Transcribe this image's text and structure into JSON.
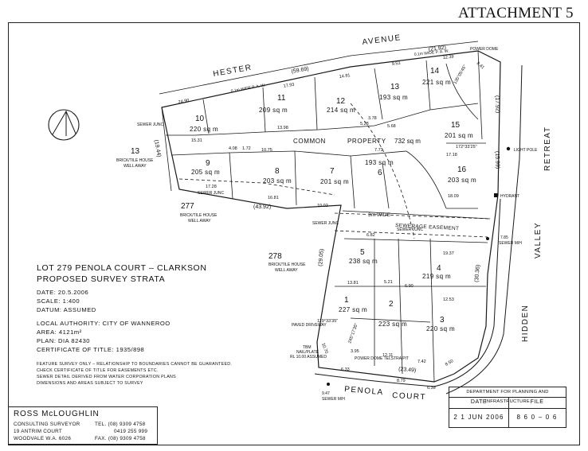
{
  "header": {
    "attachment": "ATTACHMENT 5"
  },
  "title_block": {
    "title": "LOT 279 PENOLA COURT – CLARKSON",
    "subtitle": "PROPOSED SURVEY STRATA"
  },
  "details": {
    "date": "DATE:   20.5.2006",
    "scale": "SCALE:  1:400",
    "datum": "DATUM:  ASSUMED"
  },
  "authority": {
    "local_authority": "LOCAL AUTHORITY:  CITY OF WANNEROO",
    "area": "AREA:  4121m²",
    "plan": "PLAN:  DIA 82430",
    "certificate": "CERTIFICATE OF TITLE:  1935/898"
  },
  "notes": [
    "FEATURE SURVEY ONLY – RELATIONSHIP TO BOUNDARIES CANNOT BE GUARANTEED.",
    "CHECK CERTIFICATE OF TITLE FOR EASEMENTS ETC.",
    "SEWER DETAIL DERIVED FROM WATER CORPORATION PLANS",
    "DIMENSIONS AND AREAS SUBJECT TO SURVEY"
  ],
  "surveyor": {
    "name": "ROSS McLOUGHLIN",
    "role": "CONSULTING SURVEYOR",
    "address1": "19 ANTRIM COURT",
    "address2": "WOODVALE   W.A.     6026",
    "tel": "TEL.   (08) 9309 4758",
    "mobile": "0419 255 999",
    "fax": "FAX.  (08) 9309 4758"
  },
  "department": {
    "name": "DEPARTMENT FOR PLANNING AND INFRASTRUCTURE",
    "date_label": "DATE",
    "file_label": "FILE",
    "date_value": "2 1 JUN 2006",
    "file_value": "8 6 0 – 0 6"
  },
  "streets": {
    "hester": "HESTER",
    "avenue": "AVENUE",
    "penola": "PENOLA",
    "court": "COURT",
    "retreat": "RETREAT",
    "valley": "VALLEY",
    "hidden": "HIDDEN"
  },
  "lots": [
    {
      "num": "1",
      "area": "227 sq m"
    },
    {
      "num": "2",
      "area": "223 sq m"
    },
    {
      "num": "3",
      "area": "220 sq m"
    },
    {
      "num": "4",
      "area": "219 sq m"
    },
    {
      "num": "5",
      "area": "238 sq m"
    },
    {
      "num": "6",
      "area": "193 sq m"
    },
    {
      "num": "7",
      "area": "201 sq m"
    },
    {
      "num": "8",
      "area": "203 sq m"
    },
    {
      "num": "9",
      "area": "205 sq m"
    },
    {
      "num": "10",
      "area": "220 sq m"
    },
    {
      "num": "11",
      "area": "209 sq m"
    },
    {
      "num": "12",
      "area": "214 sq m"
    },
    {
      "num": "13",
      "area": "193 sq m"
    },
    {
      "num": "14",
      "area": "221 sq m"
    },
    {
      "num": "15",
      "area": "201 sq m"
    },
    {
      "num": "16",
      "area": "203 sq m"
    }
  ],
  "neighbours": {
    "lot13": "13",
    "lot277": "277",
    "lot278": "278",
    "house": "BRICK/TILE HOUSE",
    "well": "WELL AWAY"
  },
  "labels": {
    "common": "COMMON",
    "property": "PROPERTY",
    "common_area": "732 sq m",
    "easement": "SEWERAGE EASEMENT",
    "sm_wide": "3m WIDE",
    "sewer_junc": "SEWER JUNC",
    "sewer_mh": "SEWER M/H",
    "power_dome": "POWER DOME",
    "light_pole": "LIGHT POLE",
    "hydrant": "HYDRANT",
    "paved_driveway": "PAVED DRIVEWAY",
    "paw": "0.1m  WIDE  P. A. W.",
    "tbm": "TBM",
    "tbm2": "NAIL/PLATE",
    "tbm3": "RL 10.00 ASSUMED",
    "telstra": "POWER DOME TELSTRA PIT",
    "sewer_mh2": "SEWER M/H",
    "mh_level": "9.47"
  },
  "dimensions": {
    "hester_total": "(59.69)",
    "avenue_total": "(21.92)",
    "west_total": "(19.44)",
    "south_total": "(43.92)",
    "east_total1": "(17.92)",
    "east_total2": "(15.99)",
    "lot5_west": "(29.05)",
    "lot4_east": "(30.36)",
    "court_total": "(23.49)",
    "d1": "24.90",
    "d2": "17.93",
    "d3": "14.81",
    "d4": "9.53",
    "d5": "12.39",
    "d6": "15.31",
    "d7": "13.98",
    "d8": "10.75",
    "d9": "16.81",
    "d10": "17.28",
    "d11": "13.81",
    "d12": "12.11",
    "d13": "10.70",
    "d14": "8.50",
    "d15": "7.85",
    "d16": "8.41",
    "d17": "4.08",
    "d18": "1.72",
    "d19": "5.28",
    "d20": "3.78",
    "d21": "5.68",
    "d22": "7.73",
    "d23": "17.18",
    "d24": "18.09",
    "d25": "19.37",
    "d26": "12.53",
    "d27": "6.90",
    "d28": "5.21",
    "d29": "10.02",
    "d30": "6.82",
    "d31": "7.42",
    "d32": "3.95",
    "d33": "6.33",
    "d34": "8.79",
    "d35": "6.39",
    "a1": "172°33'25\"",
    "a2": "135°05'45\"",
    "a3": "119°33'35\"",
    "a4": "245°17'35\""
  }
}
